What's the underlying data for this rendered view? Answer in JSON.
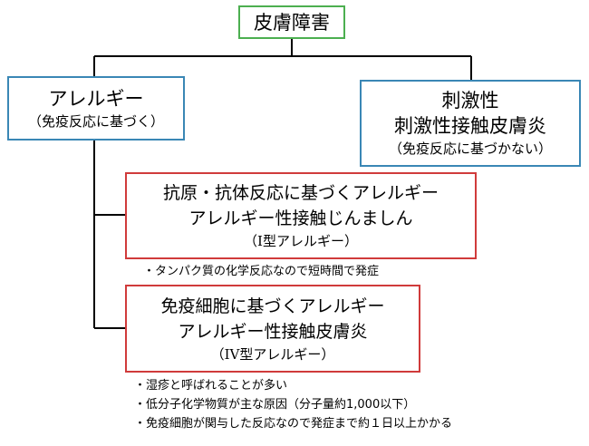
{
  "root": {
    "title": "皮膚障害"
  },
  "allergy": {
    "title": "アレルギー",
    "subtitle": "（免疫反応に基づく）"
  },
  "irritant": {
    "title": "刺激性",
    "subtitle": "刺激性接触皮膚炎",
    "note": "（免疫反応に基づかない）"
  },
  "type1": {
    "title": "抗原・抗体反応に基づくアレルギー",
    "subtitle": "アレルギー性接触じんましん",
    "type": "（I型アレルギー）",
    "notes": [
      "・タンパク質の化学反応なので短時間で発症"
    ]
  },
  "type4": {
    "title": "免疫細胞に基づくアレルギー",
    "subtitle": "アレルギー性接触皮膚炎",
    "type": "（IV型アレルギー）",
    "notes": [
      "・湿疹と呼ばれることが多い",
      "・低分子化学物質が主な原因（分子量約1,000以下）",
      "・免疫細胞が関与した反応なので発症まで約１日以上かかる"
    ]
  },
  "colors": {
    "root_border": "#4caf50",
    "category_border": "#3a87b5",
    "subtype_border": "#d03b3b",
    "connector": "#000000"
  }
}
